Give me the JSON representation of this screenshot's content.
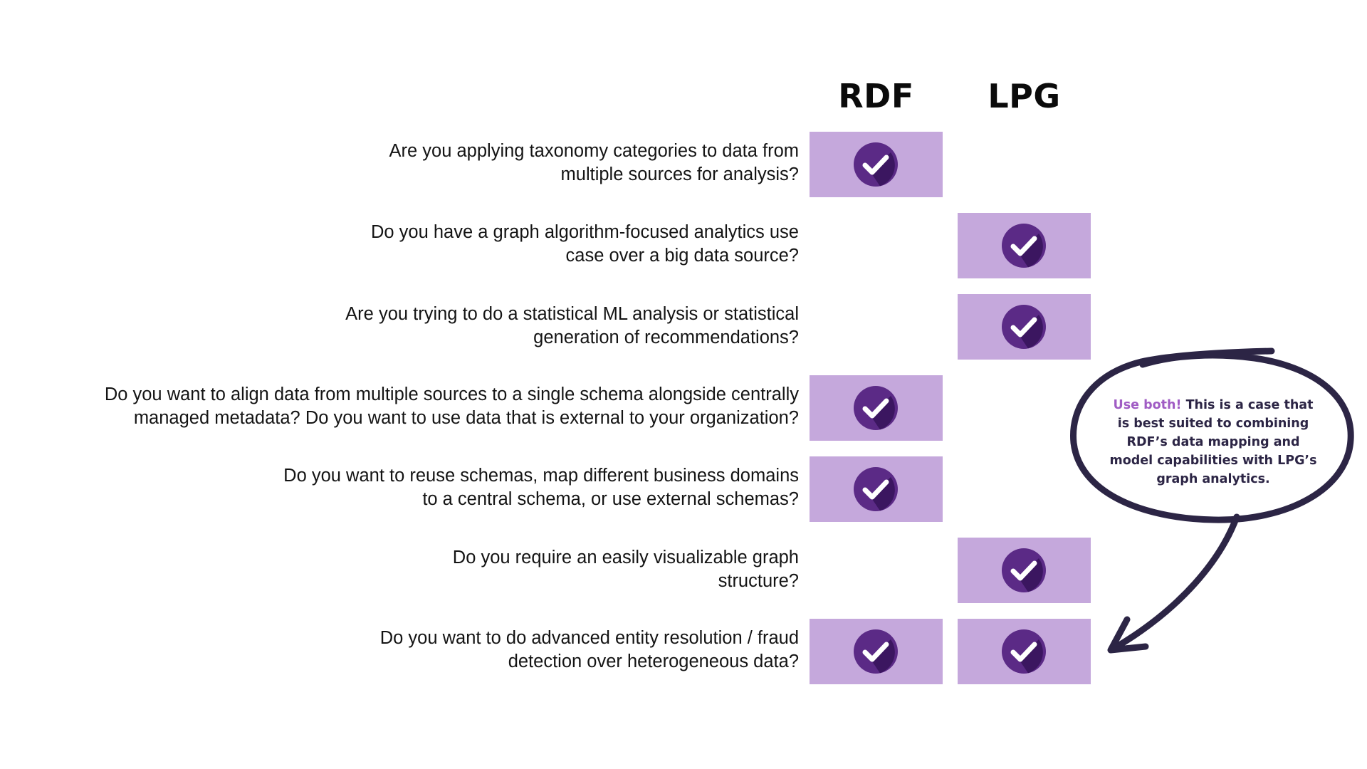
{
  "columns": {
    "rdf": "RDF",
    "lpg": "LPG"
  },
  "rows": [
    {
      "line1": "Are you applying taxonomy categories to data from",
      "line2": "multiple sources for analysis?",
      "rdf": true,
      "lpg": false
    },
    {
      "line1": "Do you have a graph algorithm-focused analytics use",
      "line2": "case over a big data source?",
      "rdf": false,
      "lpg": true
    },
    {
      "line1": "Are you trying to do a statistical ML analysis or statistical",
      "line2": "generation of recommendations?",
      "rdf": false,
      "lpg": true
    },
    {
      "line1": "Do you want to align data from multiple sources to a single schema alongside centrally",
      "line2": "managed metadata? Do you want to use data that is external to your organization?",
      "rdf": true,
      "lpg": false
    },
    {
      "line1": "Do you want to reuse schemas, map different business domains",
      "line2": "to a central schema, or use external schemas?",
      "rdf": true,
      "lpg": false
    },
    {
      "line1": "Do you require an easily visualizable graph",
      "line2": "structure?",
      "rdf": false,
      "lpg": true
    },
    {
      "line1": "Do you want to do advanced entity resolution / fraud",
      "line2": "detection over heterogeneous data?",
      "rdf": true,
      "lpg": true
    }
  ],
  "callout": {
    "emphasis": "Use both!",
    "line1_rest": " This is a case that",
    "line2": "is best suited to combining",
    "line3": "RDF’s data mapping and",
    "line4": "model capabilities with LPG’s",
    "line5": "graph analytics."
  },
  "colors": {
    "cell": "#c5a8dc",
    "check_circle": "#5b2a86",
    "check_shadow": "#3b1660",
    "check_mark": "#ffffff",
    "callout_ring": "#2c2545",
    "callout_accent": "#a05cc4"
  },
  "icons": {
    "check": "checkmark-circle-icon",
    "arrow": "curved-arrow-icon"
  }
}
